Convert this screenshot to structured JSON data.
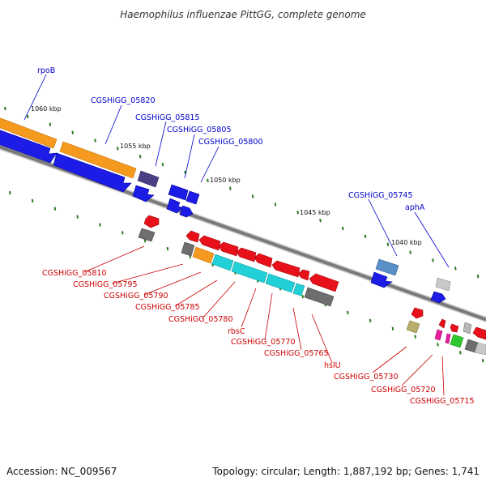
{
  "header": {
    "title": "Haemophilus influenzae PittGG, complete genome"
  },
  "footer": {
    "accession": "Accession: NC_009567",
    "summary": "Topology: circular; Length: 1,887,192 bp; Genes: 1,741"
  },
  "colors": {
    "forward_label": "#0000cc",
    "reverse_label": "#cc0000",
    "backbone": "#7a7a7a",
    "tick": "#2a7a1e"
  },
  "scale": {
    "ticks": [
      {
        "kbp": 1060,
        "label": "1060 kbp"
      },
      {
        "kbp": 1055,
        "label": "1055 kbp"
      },
      {
        "kbp": 1050,
        "label": "1050 kbp"
      },
      {
        "kbp": 1045,
        "label": "1045 kbp"
      },
      {
        "kbp": 1040,
        "label": "1040 kbp"
      }
    ]
  },
  "labels": {
    "forward": [
      {
        "id": "f1",
        "text": "rpoB"
      },
      {
        "id": "f2",
        "text": "CGSHiGG_05820"
      },
      {
        "id": "f3",
        "text": "CGSHiGG_05815"
      },
      {
        "id": "f4",
        "text": "CGSHiGG_05805"
      },
      {
        "id": "f5",
        "text": "CGSHiGG_05800"
      },
      {
        "id": "f6",
        "text": "CGSHiGG_05745"
      },
      {
        "id": "f7",
        "text": "aphA"
      }
    ],
    "reverse": [
      {
        "id": "r1",
        "text": "CGSHiGG_05810"
      },
      {
        "id": "r2",
        "text": "CGSHiGG_05795"
      },
      {
        "id": "r3",
        "text": "CGSHiGG_05790"
      },
      {
        "id": "r4",
        "text": "CGSHiGG_05785"
      },
      {
        "id": "r5",
        "text": "CGSHiGG_05780"
      },
      {
        "id": "r6",
        "text": "rbsC"
      },
      {
        "id": "r7",
        "text": "CGSHiGG_05770"
      },
      {
        "id": "r8",
        "text": "CGSHiGG_05765"
      },
      {
        "id": "r9",
        "text": "hslU"
      },
      {
        "id": "r10",
        "text": "CGSHiGG_05730"
      },
      {
        "id": "r11",
        "text": "CGSHiGG_05720"
      },
      {
        "id": "r12",
        "text": "CGSHiGG_05715"
      }
    ]
  }
}
